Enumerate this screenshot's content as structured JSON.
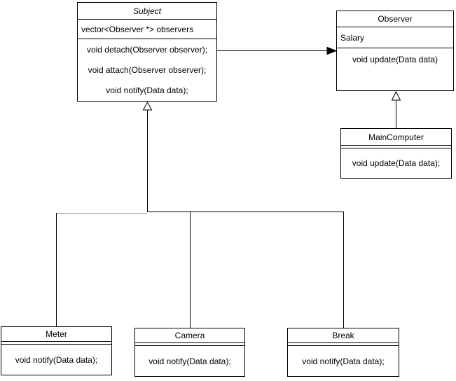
{
  "classes": {
    "subject": {
      "title": "Subject",
      "attribute": "vector<Observer *> observers",
      "methods": [
        "void detach(Observer observer);",
        "void attach(Observer observer);",
        "void notify(Data data);"
      ]
    },
    "observer": {
      "title": "Observer",
      "attribute": "Salary",
      "methods": [
        "void update(Data data)"
      ]
    },
    "maincomputer": {
      "title": "MainComputer",
      "methods": [
        "void update(Data data);"
      ]
    },
    "meter": {
      "title": "Meter",
      "methods": [
        "void notify(Data data);"
      ]
    },
    "camera": {
      "title": "Camera",
      "methods": [
        "void notify(Data data);"
      ]
    },
    "break": {
      "title": "Break",
      "methods": [
        "void notify(Data data);"
      ]
    }
  },
  "colors": {
    "line": "#000000",
    "line_muted": "#a0a0a0",
    "fill": "#ffffff",
    "text": "#000000",
    "background": "#ffffff"
  }
}
